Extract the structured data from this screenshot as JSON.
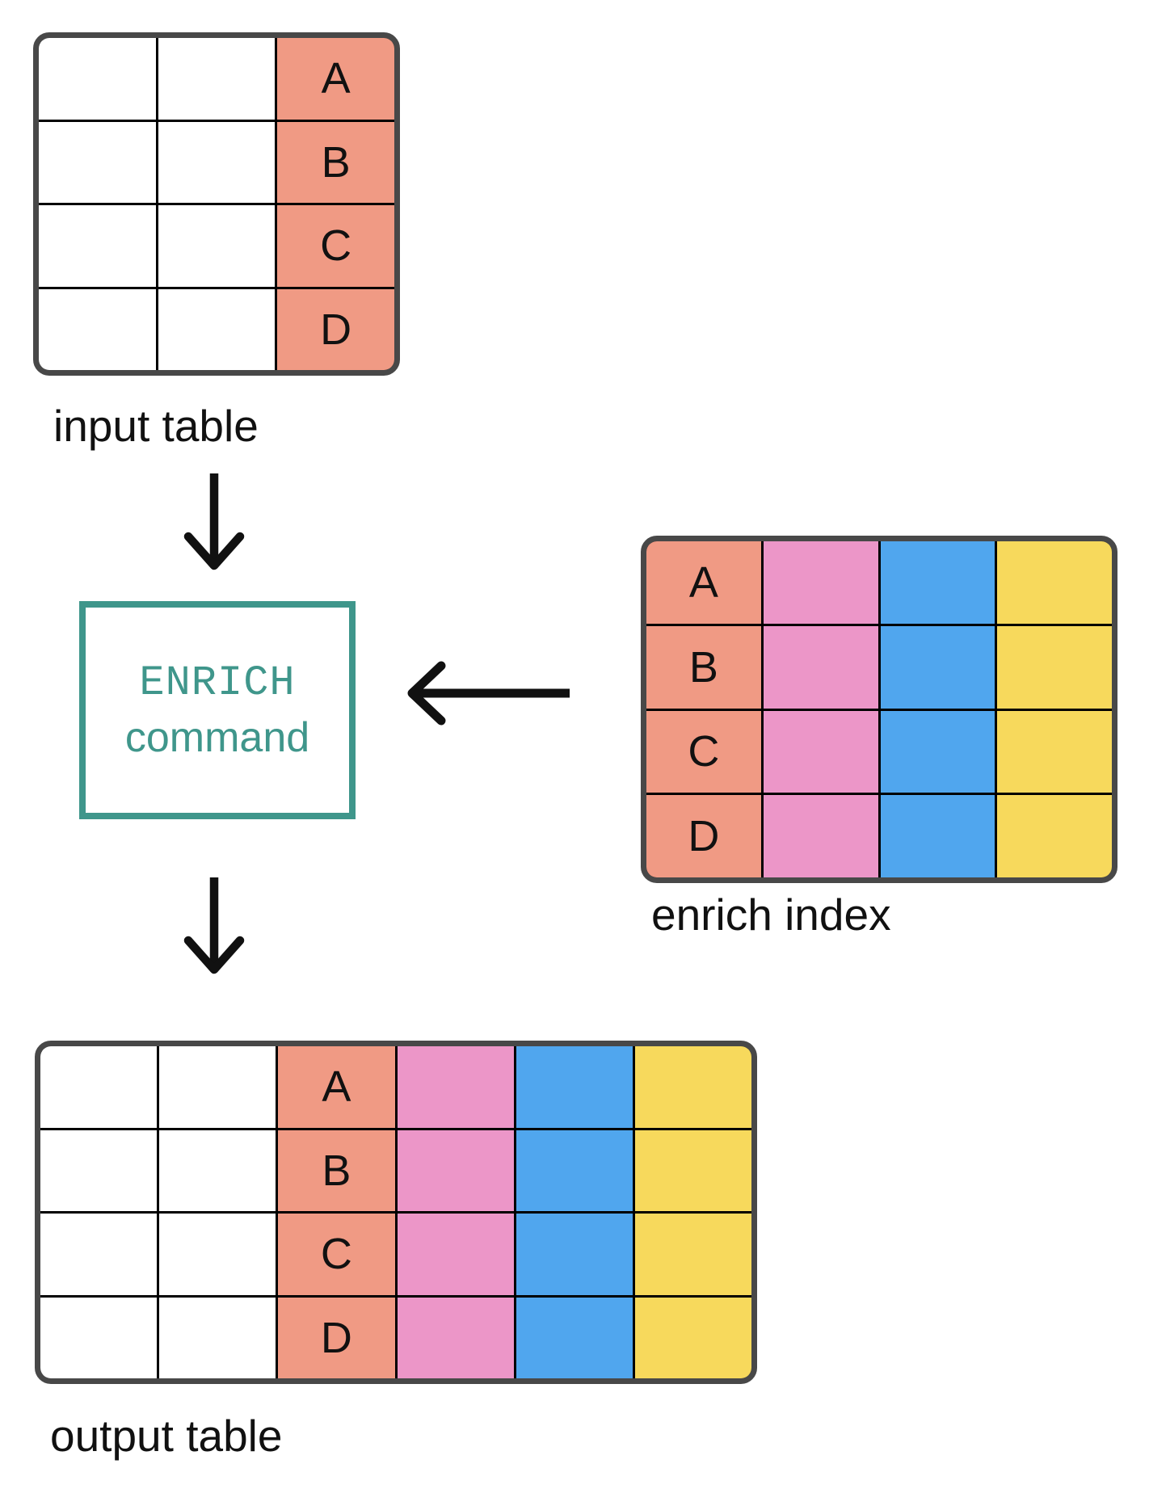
{
  "labels": {
    "input_table": "input table",
    "enrich_index": "enrich index",
    "output_table": "output table"
  },
  "enrich_box": {
    "line1": "ENRICH",
    "line2": "command"
  },
  "keys": [
    "A",
    "B",
    "C",
    "D"
  ],
  "tables": {
    "input": {
      "label": "input table",
      "columns": [
        "blank",
        "blank",
        "key"
      ],
      "key_values": [
        "A",
        "B",
        "C",
        "D"
      ]
    },
    "enrich_index": {
      "label": "enrich index",
      "columns": [
        "key",
        "enrich-field-1",
        "enrich-field-2",
        "enrich-field-3"
      ],
      "key_values": [
        "A",
        "B",
        "C",
        "D"
      ]
    },
    "output": {
      "label": "output table",
      "columns": [
        "blank",
        "blank",
        "key",
        "enrich-field-1",
        "enrich-field-2",
        "enrich-field-3"
      ],
      "key_values": [
        "A",
        "B",
        "C",
        "D"
      ]
    }
  },
  "flow": {
    "arrow_1": "input table to ENRICH command (down)",
    "arrow_2": "enrich index to ENRICH command (left)",
    "arrow_3": "ENRICH command to output table (down)"
  },
  "colors": {
    "background": "#FFFFFF",
    "key_column": "#F09A84",
    "enrich_col_1": "#EC96C8",
    "enrich_col_2": "#50A6EE",
    "enrich_col_3": "#F7D95C",
    "teal_accent": "#3F968B",
    "table_border": "#484848",
    "grid_line": "#000000",
    "arrow": "#111111"
  }
}
